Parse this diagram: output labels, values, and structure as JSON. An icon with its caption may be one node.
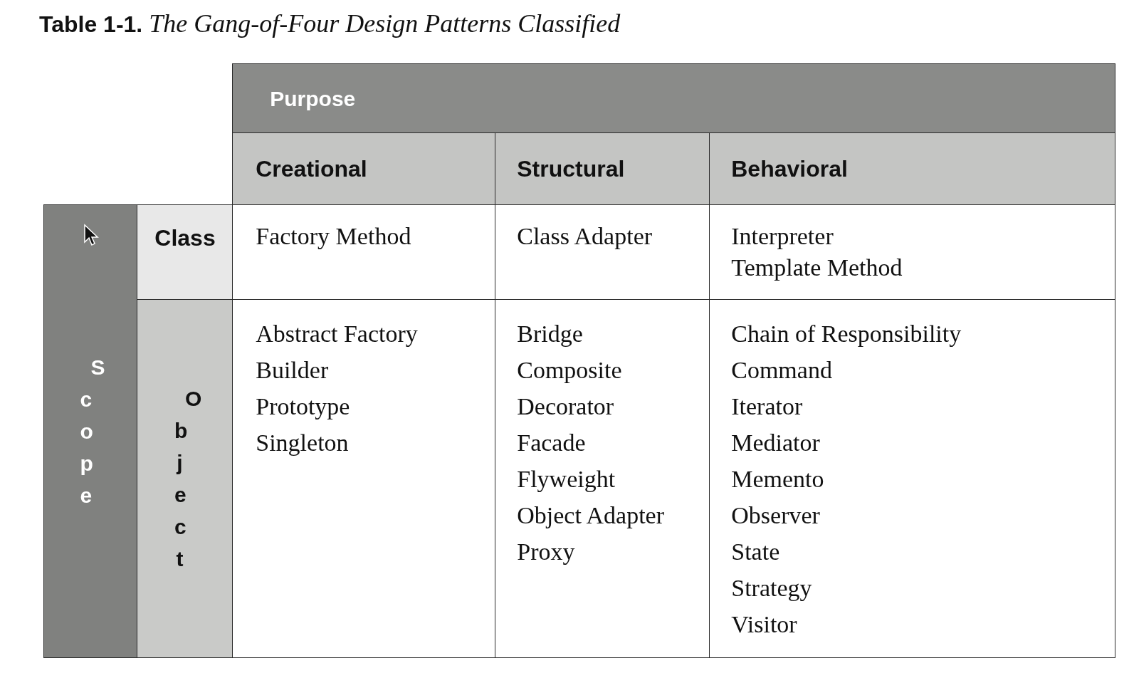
{
  "diagram": {
    "title": "**Table 1-1.** *The Gang-of-Four Design Patterns Classified*",
    "nodes": [
      {
        "text": [
          "Purpose"
        ]
      },
      {
        "text": [
          "Creational"
        ]
      },
      {
        "text": [
          "Structural"
        ]
      },
      {
        "text": [
          "Behavioral"
        ]
      },
      {
        "text": [
          "Scope"
        ]
      },
      {
        "text": [
          "Class"
        ]
      },
      {
        "text": [
          "Factory Method"
        ]
      },
      {
        "text": [
          "Class Adapter"
        ]
      },
      {
        "text": [
          "Interpreter",
          "Template Method"
        ]
      },
      {
        "text": [
          "Object"
        ]
      },
      {
        "text": [
          "Abstract Factory",
          "Builder",
          "Prototype",
          "Singleton"
        ]
      },
      {
        "text": [
          "Bridge",
          "Composite",
          "Decorator",
          "Facade",
          "Flyweight",
          "Object Adapter",
          "Proxy"
        ]
      },
      {
        "text": [
          "Chain of Responsibility",
          "Command",
          "Iterator",
          "Mediator",
          "Memento",
          "Observer",
          "State",
          "Strategy",
          "Visitor"
        ]
      }
    ]
  }
}
